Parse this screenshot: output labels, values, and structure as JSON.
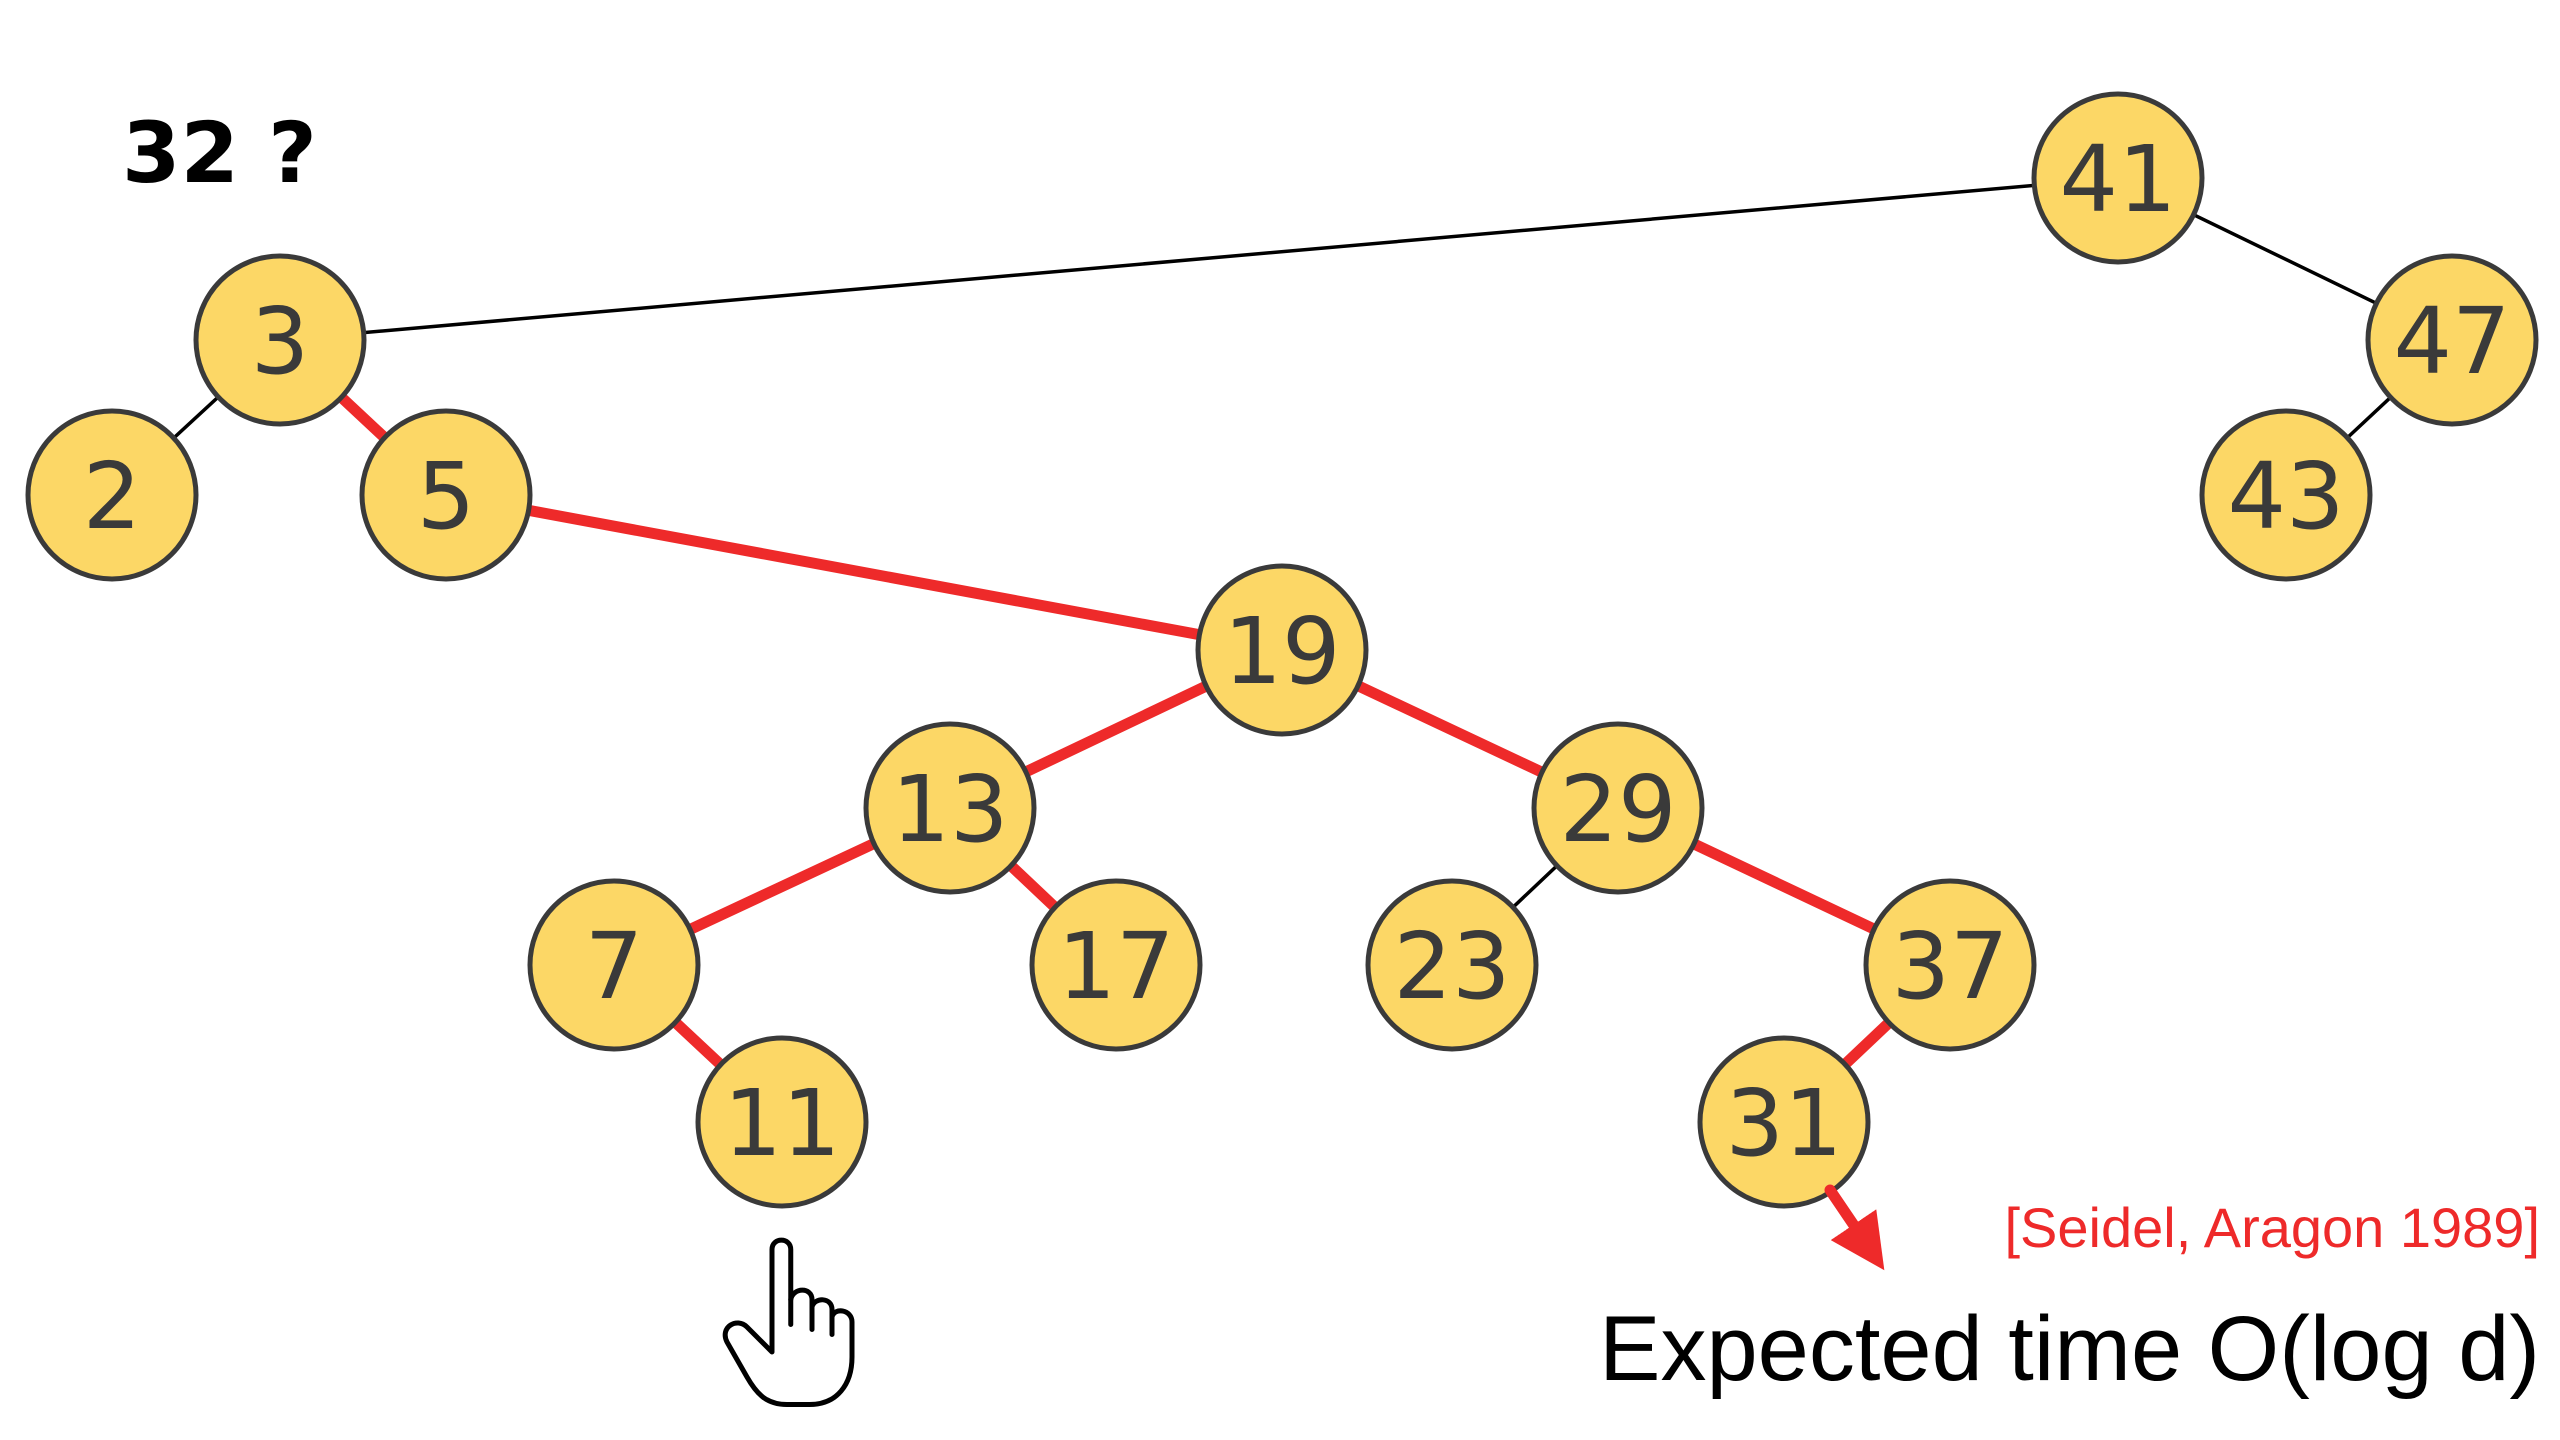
{
  "query": "32 ?",
  "citation": "[Seidel, Aragon 1989]",
  "caption": "Expected time O(log d)",
  "colors": {
    "node_fill": "#FCD766",
    "node_stroke": "#3A3A3A",
    "highlight": "#EE2A2A",
    "edge": "#000000",
    "text": "#3A3A3A"
  },
  "nodes": [
    {
      "id": "n3",
      "value": "3"
    },
    {
      "id": "n2",
      "value": "2"
    },
    {
      "id": "n5",
      "value": "5"
    },
    {
      "id": "n41",
      "value": "41"
    },
    {
      "id": "n47",
      "value": "47"
    },
    {
      "id": "n43",
      "value": "43"
    },
    {
      "id": "n19",
      "value": "19"
    },
    {
      "id": "n13",
      "value": "13"
    },
    {
      "id": "n29",
      "value": "29"
    },
    {
      "id": "n7",
      "value": "7"
    },
    {
      "id": "n17",
      "value": "17"
    },
    {
      "id": "n23",
      "value": "23"
    },
    {
      "id": "n37",
      "value": "37"
    },
    {
      "id": "n11",
      "value": "11"
    },
    {
      "id": "n31",
      "value": "31"
    }
  ],
  "edges": [
    {
      "from": "n3",
      "to": "n2",
      "highlighted": false
    },
    {
      "from": "n3",
      "to": "n5",
      "highlighted": true
    },
    {
      "from": "n3",
      "to": "n41",
      "highlighted": false
    },
    {
      "from": "n41",
      "to": "n47",
      "highlighted": false
    },
    {
      "from": "n47",
      "to": "n43",
      "highlighted": false
    },
    {
      "from": "n5",
      "to": "n19",
      "highlighted": true
    },
    {
      "from": "n19",
      "to": "n13",
      "highlighted": true
    },
    {
      "from": "n19",
      "to": "n29",
      "highlighted": true
    },
    {
      "from": "n13",
      "to": "n7",
      "highlighted": true
    },
    {
      "from": "n13",
      "to": "n17",
      "highlighted": true
    },
    {
      "from": "n29",
      "to": "n23",
      "highlighted": false
    },
    {
      "from": "n29",
      "to": "n37",
      "highlighted": true
    },
    {
      "from": "n7",
      "to": "n11",
      "highlighted": true
    },
    {
      "from": "n37",
      "to": "n31",
      "highlighted": true
    }
  ],
  "icons": {
    "cursor": "hand-pointer-icon",
    "arrow": "arrow-down-right-icon"
  }
}
